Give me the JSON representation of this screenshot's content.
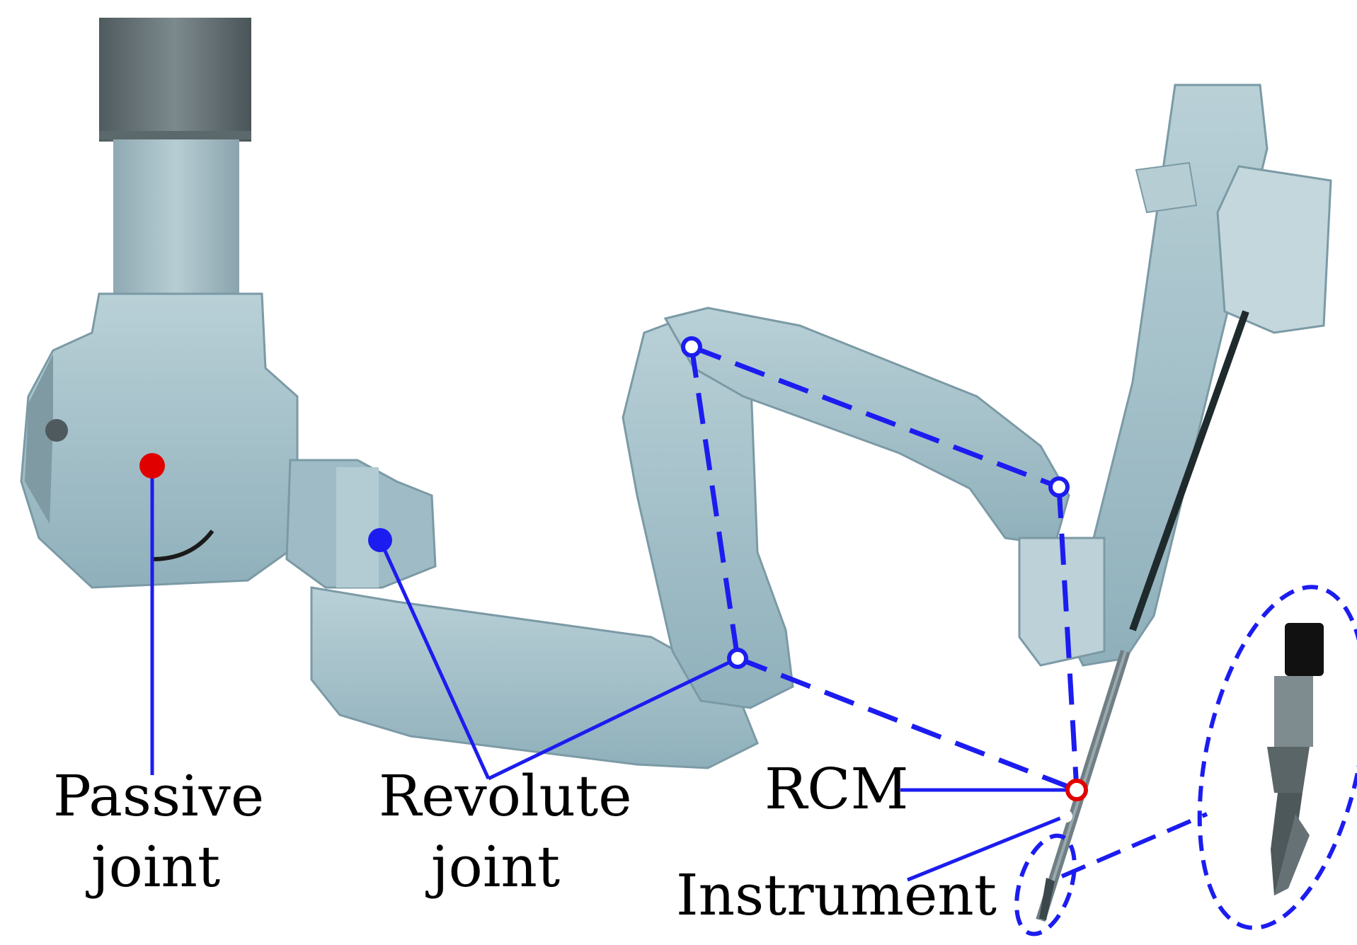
{
  "labels": {
    "passive_line1": "Passive",
    "passive_line2": "joint",
    "revolute_line1": "Revolute",
    "revolute_line2": "joint",
    "rcm": "RCM",
    "instrument": "Instrument"
  },
  "colors": {
    "annotation_blue": "#1c1cf0",
    "passive_joint_red": "#e00000",
    "rcm_red": "#e00000",
    "robot_body": "#a9c3cc",
    "robot_shadow": "#7fa3b0",
    "column_dark": "#5f6c70",
    "background": "#ffffff"
  }
}
